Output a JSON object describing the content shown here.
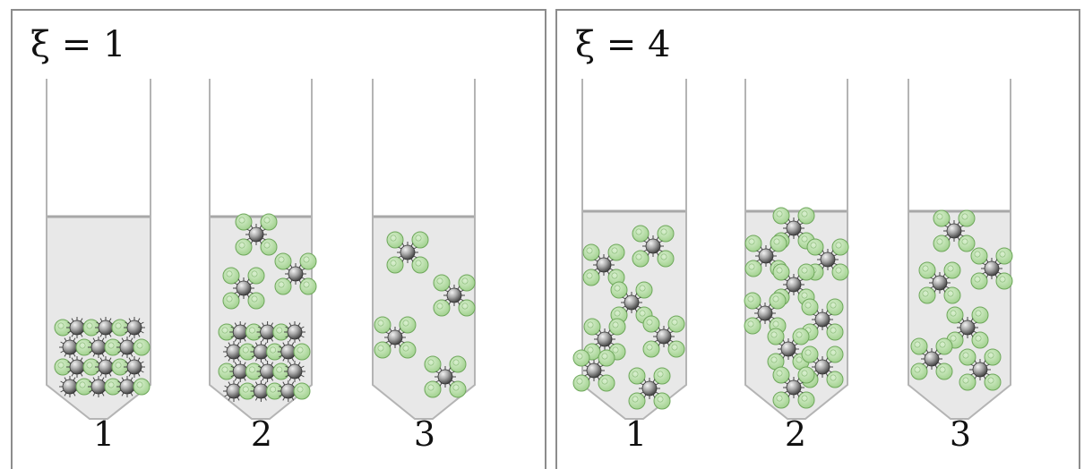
{
  "panels": [
    {
      "id": "left",
      "title": "ξ = 1",
      "tubes": [
        {
          "label": "1"
        },
        {
          "label": "2"
        },
        {
          "label": "3"
        }
      ]
    },
    {
      "id": "right",
      "title": "ξ = 4",
      "tubes": [
        {
          "label": "1"
        },
        {
          "label": "2"
        },
        {
          "label": "3"
        }
      ]
    }
  ],
  "colors": {
    "liquid": "#e8e8e8",
    "tube_wall": "#b4b4b4",
    "meniscus": "#a8a8a8",
    "bead_green": "#9fd08c",
    "bead_green_edge": "#6fa85c",
    "particle_dark": "#3a3a3a",
    "particle_light": "#f2f2f2",
    "panel_border": "#8c8c8c"
  }
}
